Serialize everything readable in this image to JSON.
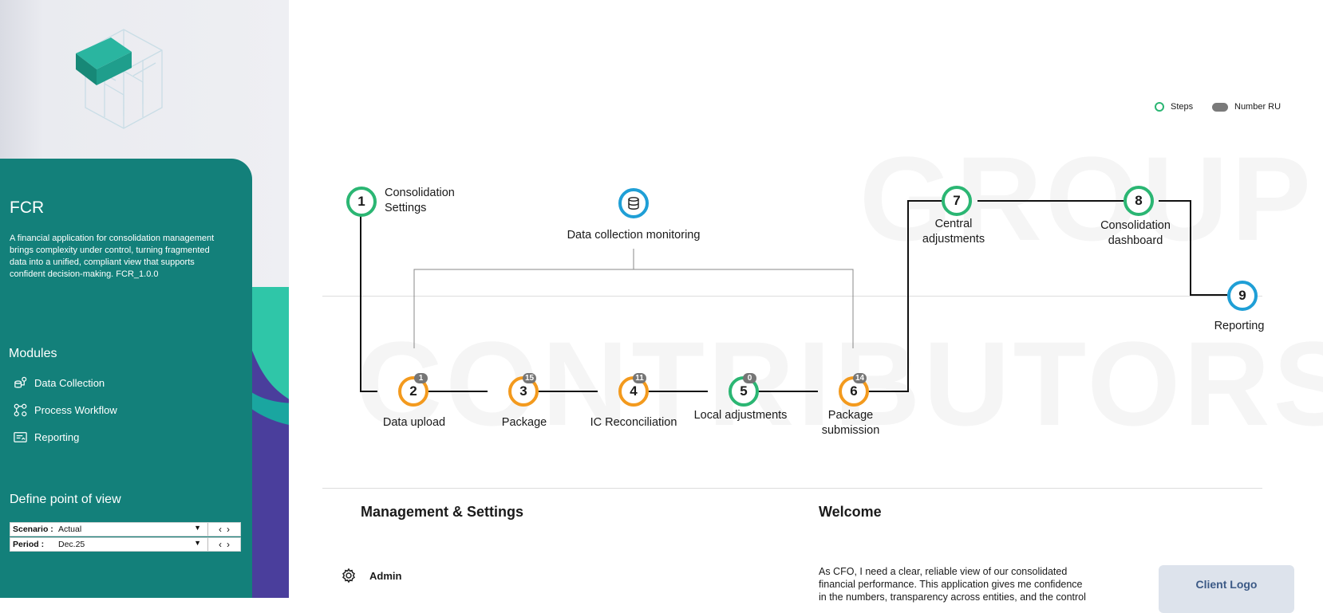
{
  "sidebar": {
    "app_title": "FCR",
    "description": "A financial application for consolidation management brings complexity under control, turning fragmented data into a unified, compliant view that supports confident decision-making. FCR_1.0.0",
    "modules_heading": "Modules",
    "modules": [
      {
        "label": "Data Collection",
        "icon": "data-collection-icon"
      },
      {
        "label": "Process Workflow",
        "icon": "process-workflow-icon"
      },
      {
        "label": "Reporting",
        "icon": "reporting-icon"
      }
    ],
    "pov_heading": "Define point of view",
    "pov": [
      {
        "label": "Scenario :",
        "value": "Actual"
      },
      {
        "label": "Period :",
        "value": "Dec.25"
      }
    ]
  },
  "legend": {
    "steps": "Steps",
    "number_ru": "Number RU"
  },
  "watermarks": {
    "top": "GROUP",
    "bottom": "CONTRIBUTORS"
  },
  "workflow": {
    "monitoring_label": "Data collection monitoring",
    "steps": [
      {
        "number": "1",
        "label": "Consolidation Settings",
        "color": "green"
      },
      {
        "number": "2",
        "label": "Data upload",
        "color": "orange",
        "badge": "1"
      },
      {
        "number": "3",
        "label": "Package",
        "color": "orange",
        "badge": "15"
      },
      {
        "number": "4",
        "label": "IC Reconciliation",
        "color": "orange",
        "badge": "11"
      },
      {
        "number": "5",
        "label": "Local adjustments",
        "color": "green",
        "badge": "0"
      },
      {
        "number": "6",
        "label": "Package submission",
        "color": "orange",
        "badge": "14"
      },
      {
        "number": "7",
        "label": "Central adjustments",
        "color": "green"
      },
      {
        "number": "8",
        "label": "Consolidation dashboard",
        "color": "green"
      },
      {
        "number": "9",
        "label": "Reporting",
        "color": "blue"
      }
    ]
  },
  "colors": {
    "teal": "#13807a",
    "green": "#2bb673",
    "orange": "#f39a1e",
    "blue": "#1f9fd6",
    "badge": "#767676"
  },
  "management": {
    "heading": "Management & Settings",
    "admin_label": "Admin"
  },
  "welcome": {
    "heading": "Welcome",
    "text": "As CFO, I need a clear, reliable view of our consolidated financial performance. This application gives me confidence in the numbers, transparency across entities, and the control"
  },
  "client_logo": {
    "text": "Client Logo"
  }
}
